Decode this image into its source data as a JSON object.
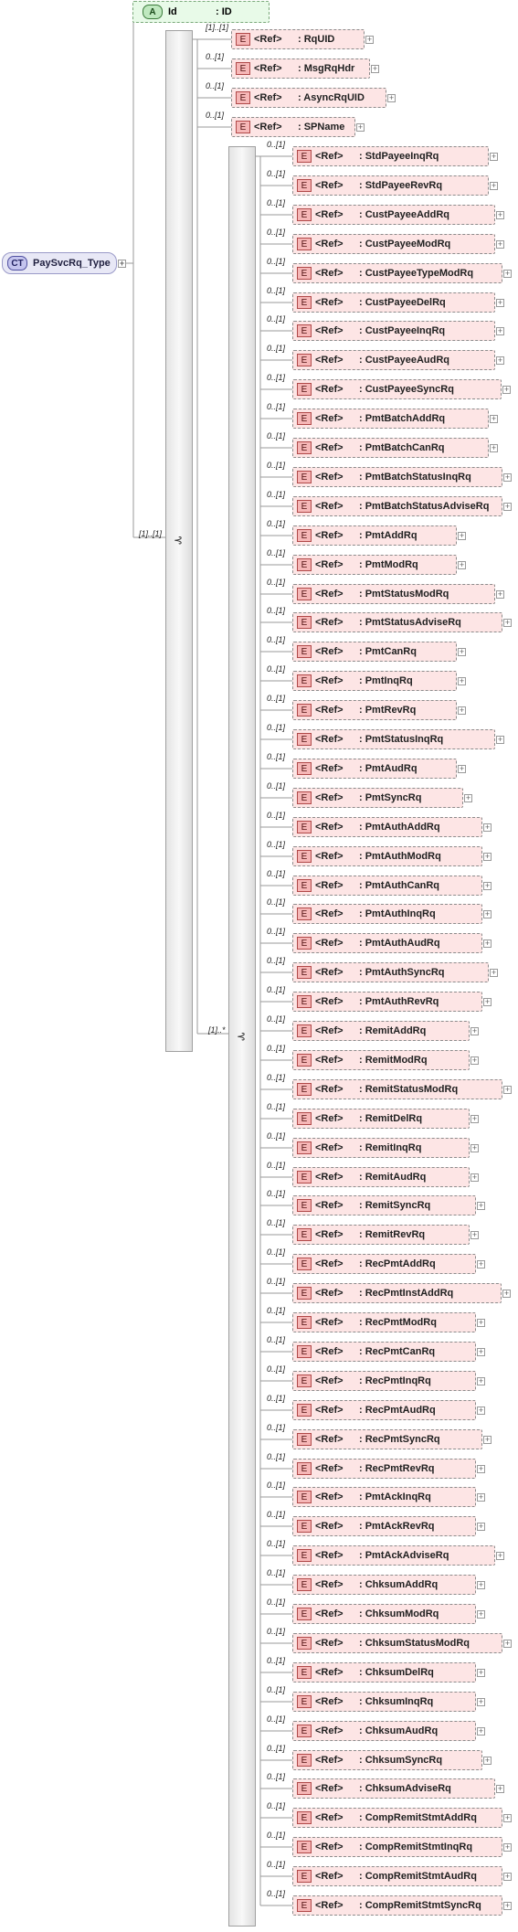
{
  "complex_type": {
    "tag": "CT",
    "name": "PaySvcRq_Type"
  },
  "attribute": {
    "tag": "A",
    "name": "Id",
    "type": ": ID"
  },
  "ref_label": "<Ref>",
  "element_tag": "E",
  "expand_symbol": "+",
  "sequence_items": [
    {
      "mult": "[1]..[1]",
      "name": ": RqUID"
    },
    {
      "mult": "0..[1]",
      "name": ": MsgRqHdr"
    },
    {
      "mult": "0..[1]",
      "name": ": AsyncRqUID"
    },
    {
      "mult": "0..[1]",
      "name": ": SPName"
    }
  ],
  "choice_multiplicity": "[1]..[1]",
  "inner_choice_multiplicity": "[1]..*",
  "choice_items": [
    {
      "mult": "0..[1]",
      "name": ": StdPayeeInqRq"
    },
    {
      "mult": "0..[1]",
      "name": ": StdPayeeRevRq"
    },
    {
      "mult": "0..[1]",
      "name": ": CustPayeeAddRq"
    },
    {
      "mult": "0..[1]",
      "name": ": CustPayeeModRq"
    },
    {
      "mult": "0..[1]",
      "name": ": CustPayeeTypeModRq"
    },
    {
      "mult": "0..[1]",
      "name": ": CustPayeeDelRq"
    },
    {
      "mult": "0..[1]",
      "name": ": CustPayeeInqRq"
    },
    {
      "mult": "0..[1]",
      "name": ": CustPayeeAudRq"
    },
    {
      "mult": "0..[1]",
      "name": ": CustPayeeSyncRq"
    },
    {
      "mult": "0..[1]",
      "name": ": PmtBatchAddRq"
    },
    {
      "mult": "0..[1]",
      "name": ": PmtBatchCanRq"
    },
    {
      "mult": "0..[1]",
      "name": ": PmtBatchStatusInqRq"
    },
    {
      "mult": "0..[1]",
      "name": ": PmtBatchStatusAdviseRq"
    },
    {
      "mult": "0..[1]",
      "name": ": PmtAddRq"
    },
    {
      "mult": "0..[1]",
      "name": ": PmtModRq"
    },
    {
      "mult": "0..[1]",
      "name": ": PmtStatusModRq"
    },
    {
      "mult": "0..[1]",
      "name": ": PmtStatusAdviseRq"
    },
    {
      "mult": "0..[1]",
      "name": ": PmtCanRq"
    },
    {
      "mult": "0..[1]",
      "name": ": PmtInqRq"
    },
    {
      "mult": "0..[1]",
      "name": ": PmtRevRq"
    },
    {
      "mult": "0..[1]",
      "name": ": PmtStatusInqRq"
    },
    {
      "mult": "0..[1]",
      "name": ": PmtAudRq"
    },
    {
      "mult": "0..[1]",
      "name": ": PmtSyncRq"
    },
    {
      "mult": "0..[1]",
      "name": ": PmtAuthAddRq"
    },
    {
      "mult": "0..[1]",
      "name": ": PmtAuthModRq"
    },
    {
      "mult": "0..[1]",
      "name": ": PmtAuthCanRq"
    },
    {
      "mult": "0..[1]",
      "name": ": PmtAuthInqRq"
    },
    {
      "mult": "0..[1]",
      "name": ": PmtAuthAudRq"
    },
    {
      "mult": "0..[1]",
      "name": ": PmtAuthSyncRq"
    },
    {
      "mult": "0..[1]",
      "name": ": PmtAuthRevRq"
    },
    {
      "mult": "0..[1]",
      "name": ": RemitAddRq"
    },
    {
      "mult": "0..[1]",
      "name": ": RemitModRq"
    },
    {
      "mult": "0..[1]",
      "name": ": RemitStatusModRq"
    },
    {
      "mult": "0..[1]",
      "name": ": RemitDelRq"
    },
    {
      "mult": "0..[1]",
      "name": ": RemitInqRq"
    },
    {
      "mult": "0..[1]",
      "name": ": RemitAudRq"
    },
    {
      "mult": "0..[1]",
      "name": ": RemitSyncRq"
    },
    {
      "mult": "0..[1]",
      "name": ": RemitRevRq"
    },
    {
      "mult": "0..[1]",
      "name": ": RecPmtAddRq"
    },
    {
      "mult": "0..[1]",
      "name": ": RecPmtInstAddRq"
    },
    {
      "mult": "0..[1]",
      "name": ": RecPmtModRq"
    },
    {
      "mult": "0..[1]",
      "name": ": RecPmtCanRq"
    },
    {
      "mult": "0..[1]",
      "name": ": RecPmtInqRq"
    },
    {
      "mult": "0..[1]",
      "name": ": RecPmtAudRq"
    },
    {
      "mult": "0..[1]",
      "name": ": RecPmtSyncRq"
    },
    {
      "mult": "0..[1]",
      "name": ": RecPmtRevRq"
    },
    {
      "mult": "0..[1]",
      "name": ": PmtAckInqRq"
    },
    {
      "mult": "0..[1]",
      "name": ": PmtAckRevRq"
    },
    {
      "mult": "0..[1]",
      "name": ": PmtAckAdviseRq"
    },
    {
      "mult": "0..[1]",
      "name": ": ChksumAddRq"
    },
    {
      "mult": "0..[1]",
      "name": ": ChksumModRq"
    },
    {
      "mult": "0..[1]",
      "name": ": ChksumStatusModRq"
    },
    {
      "mult": "0..[1]",
      "name": ": ChksumDelRq"
    },
    {
      "mult": "0..[1]",
      "name": ": ChksumInqRq"
    },
    {
      "mult": "0..[1]",
      "name": ": ChksumAudRq"
    },
    {
      "mult": "0..[1]",
      "name": ": ChksumSyncRq"
    },
    {
      "mult": "0..[1]",
      "name": ": ChksumAdviseRq"
    },
    {
      "mult": "0..[1]",
      "name": ": CompRemitStmtAddRq"
    },
    {
      "mult": "0..[1]",
      "name": ": CompRemitStmtInqRq"
    },
    {
      "mult": "0..[1]",
      "name": ": CompRemitStmtAudRq"
    },
    {
      "mult": "0..[1]",
      "name": ": CompRemitStmtSyncRq"
    }
  ]
}
